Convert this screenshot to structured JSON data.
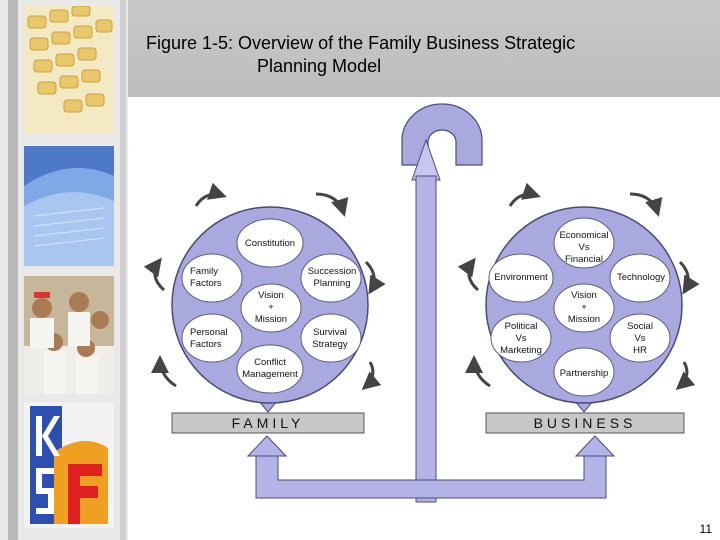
{
  "title": {
    "figure_label": "Figure 1-5",
    "text": ": Overview of the Family Business Strategic",
    "line2": "Planning Model"
  },
  "family": {
    "constitution": "Constitution",
    "family_factors": "Family\nFactors",
    "succession_planning": "Succession\nPlanning",
    "vision_mission": "Vision\n+\nMission",
    "personal_factors": "Personal\nFactors",
    "survival_strategy": "Survival\nStrategy",
    "conflict_management": "Conflict\nManagement",
    "base_label": "FAMILY"
  },
  "business": {
    "economical_financial": "Economical\nVs\nFinancial",
    "environment": "Environment",
    "technology": "Technology",
    "vision_mission": "Vision\n+\nMission",
    "political_marketing": "Political\nVs\nMarketing",
    "social_hr": "Social\nVs\nHR",
    "partnership": "Partnership",
    "base_label": "BUSINESS"
  },
  "page_number": "11",
  "colors": {
    "disc": "#a9a9e0",
    "disc_stroke": "#4b4b7a",
    "node": "#ffffff",
    "beam": "#b4b4e8",
    "base_box": "#c8c8c8",
    "arrow": "#444444"
  }
}
